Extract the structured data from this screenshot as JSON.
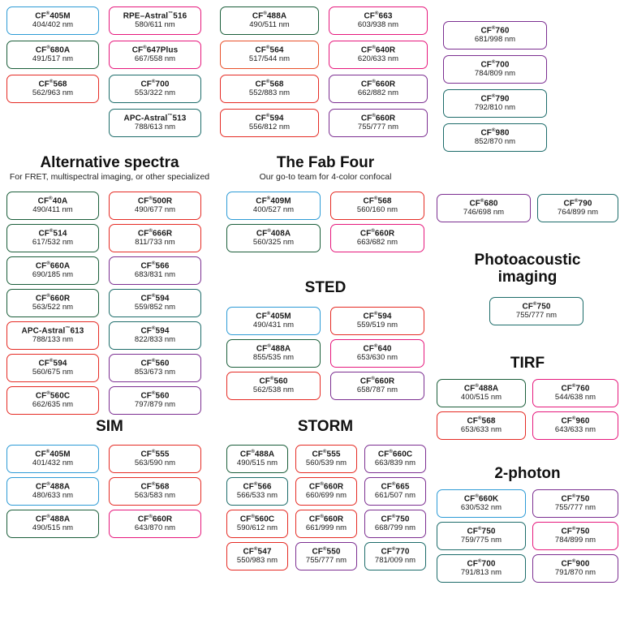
{
  "meta": {
    "registered_mark": "®",
    "trademark_mark": "™"
  },
  "colors": {
    "blue": "#2d9bd6",
    "green": "#1b5e3a",
    "red": "#e52b24",
    "pink": "#e6187c",
    "purple": "#7c2f91",
    "teal": "#1d6c6a",
    "orange": "#e8502a",
    "text": "#1a1a1a",
    "background": "#ffffff"
  },
  "sections": {
    "top_left": {
      "title": "",
      "items": [
        {
          "name": "CF®405M",
          "spec": "404/402 nm",
          "color": "blue"
        },
        {
          "name": "RPE–Astral™516",
          "spec": "580/611 nm",
          "color": "pink"
        },
        {
          "name": "CF®680A",
          "spec": "491/517 nm",
          "color": "green"
        },
        {
          "name": "CF®647Plus",
          "spec": "667/558 nm",
          "color": "pink"
        },
        {
          "name": "CF®568",
          "spec": "562/963 nm",
          "color": "red"
        },
        {
          "name": "CF®700",
          "spec": "553/322 nm",
          "color": "teal"
        },
        {
          "name": "",
          "spec": "",
          "color": "none"
        },
        {
          "name": "APC-Astral™513",
          "spec": "788/613 nm",
          "color": "teal"
        }
      ]
    },
    "top_middle": {
      "title": "",
      "items": [
        {
          "name": "CF®488A",
          "spec": "490/511 nm",
          "color": "green"
        },
        {
          "name": "CF®663",
          "spec": "603/938 nm",
          "color": "pink"
        },
        {
          "name": "CF®564",
          "spec": "517/544 nm",
          "color": "orange"
        },
        {
          "name": "CF®640R",
          "spec": "620/633 nm",
          "color": "pink"
        },
        {
          "name": "CF®568",
          "spec": "552/883 nm",
          "color": "red"
        },
        {
          "name": "CF®660R",
          "spec": "662/882 nm",
          "color": "purple"
        },
        {
          "name": "CF®594",
          "spec": "556/812 nm",
          "color": "red"
        },
        {
          "name": "CF®660R",
          "spec": "755/777 nm",
          "color": "purple"
        }
      ]
    },
    "top_right": {
      "title": "",
      "items": [
        {
          "name": "CF®760",
          "spec": "681/998 nm",
          "color": "purple"
        },
        {
          "name": "CF®700",
          "spec": "784/809 nm",
          "color": "purple"
        },
        {
          "name": "CF®790",
          "spec": "792/810 nm",
          "color": "teal"
        },
        {
          "name": "CF®980",
          "spec": "852/870 nm",
          "color": "teal"
        }
      ]
    },
    "alternative_spectra": {
      "title": "Alternative spectra",
      "subtitle": "For FRET, multispectral imaging, or other specialized",
      "items": [
        {
          "name": "CF®40A",
          "spec": "490/411 nm",
          "color": "green"
        },
        {
          "name": "CF®500R",
          "spec": "490/677 nm",
          "color": "red"
        },
        {
          "name": "CF®514",
          "spec": "617/532 nm",
          "color": "green"
        },
        {
          "name": "CF®666R",
          "spec": "811/733 nm",
          "color": "red"
        },
        {
          "name": "CF®660A",
          "spec": "690/185 nm",
          "color": "green"
        },
        {
          "name": "CF®566",
          "spec": "683/831 nm",
          "color": "purple"
        },
        {
          "name": "CF®660R",
          "spec": "563/522 nm",
          "color": "green"
        },
        {
          "name": "CF®594",
          "spec": "559/852 nm",
          "color": "teal"
        },
        {
          "name": "APC-Astral™613",
          "spec": "788/133 nm",
          "color": "red"
        },
        {
          "name": "CF®594",
          "spec": "822/833 nm",
          "color": "teal"
        },
        {
          "name": "CF®594",
          "spec": "560/675 nm",
          "color": "red"
        },
        {
          "name": "CF®560",
          "spec": "853/673 nm",
          "color": "purple"
        },
        {
          "name": "CF®560C",
          "spec": "662/635 nm",
          "color": "red"
        },
        {
          "name": "CF®560",
          "spec": "797/879 nm",
          "color": "purple"
        }
      ]
    },
    "fab_four": {
      "title": "The Fab Four",
      "subtitle": "Our go-to team for 4-color confocal",
      "items": [
        {
          "name": "CF®409M",
          "spec": "400/527 nm",
          "color": "blue"
        },
        {
          "name": "CF®568",
          "spec": "560/160 nm",
          "color": "red"
        },
        {
          "name": "CF®408A",
          "spec": "560/325 nm",
          "color": "green"
        },
        {
          "name": "CF®660R",
          "spec": "663/682 nm",
          "color": "pink"
        }
      ]
    },
    "sted": {
      "title": "STED",
      "items": [
        {
          "name": "CF®405M",
          "spec": "490/431 nm",
          "color": "blue"
        },
        {
          "name": "CF®594",
          "spec": "559/519 nm",
          "color": "red"
        },
        {
          "name": "CF®488A",
          "spec": "855/535 nm",
          "color": "green"
        },
        {
          "name": "CF®640",
          "spec": "653/630 nm",
          "color": "pink"
        },
        {
          "name": "CF®560",
          "spec": "562/538 nm",
          "color": "red"
        },
        {
          "name": "CF®660R",
          "spec": "658/787 nm",
          "color": "purple"
        }
      ]
    },
    "sim": {
      "title": "SIM",
      "items": [
        {
          "name": "CF®405M",
          "spec": "401/432 nm",
          "color": "blue"
        },
        {
          "name": "CF®555",
          "spec": "563/590 nm",
          "color": "red"
        },
        {
          "name": "CF®488A",
          "spec": "480/633 nm",
          "color": "blue"
        },
        {
          "name": "CF®568",
          "spec": "563/583 nm",
          "color": "red"
        },
        {
          "name": "CF®488A",
          "spec": "490/515 nm",
          "color": "green"
        },
        {
          "name": "CF®660R",
          "spec": "643/870 nm",
          "color": "pink"
        }
      ]
    },
    "storm": {
      "title": "STORM",
      "items": [
        {
          "name": "CF®488A",
          "spec": "490/515 nm",
          "color": "green"
        },
        {
          "name": "CF®555",
          "spec": "560/539 nm",
          "color": "red"
        },
        {
          "name": "CF®660C",
          "spec": "663/839 nm",
          "color": "purple"
        },
        {
          "name": "CF®566",
          "spec": "566/533 nm",
          "color": "teal"
        },
        {
          "name": "CF®660R",
          "spec": "660/699 nm",
          "color": "red"
        },
        {
          "name": "CF®665",
          "spec": "661/507 nm",
          "color": "purple"
        },
        {
          "name": "CF®560C",
          "spec": "590/612 nm",
          "color": "red"
        },
        {
          "name": "CF®660R",
          "spec": "661/999 nm",
          "color": "red"
        },
        {
          "name": "CF®750",
          "spec": "668/799 nm",
          "color": "purple"
        },
        {
          "name": "CF®547",
          "spec": "550/983 nm",
          "color": "red"
        },
        {
          "name": "CF®550",
          "spec": "755/777 nm",
          "color": "purple"
        },
        {
          "name": "CF®770",
          "spec": "781/009 nm",
          "color": "teal"
        }
      ]
    },
    "right_pair": {
      "title": "",
      "items": [
        {
          "name": "CF®680",
          "spec": "746/698 nm",
          "color": "purple"
        },
        {
          "name": "CF®790",
          "spec": "764/899 nm",
          "color": "teal"
        }
      ]
    },
    "photoacoustic": {
      "title": "Photoacoustic imaging",
      "title_line1": "Photoacoustic",
      "title_line2": "imaging",
      "items": [
        {
          "name": "CF®750",
          "spec": "755/777 nm",
          "color": "teal"
        }
      ]
    },
    "tirf": {
      "title": "TIRF",
      "items": [
        {
          "name": "CF®488A",
          "spec": "400/515 nm",
          "color": "green"
        },
        {
          "name": "CF®760",
          "spec": "544/638 nm",
          "color": "pink"
        },
        {
          "name": "CF®568",
          "spec": "653/633 nm",
          "color": "red"
        },
        {
          "name": "CF®960",
          "spec": "643/633 nm",
          "color": "pink"
        }
      ]
    },
    "two_photon": {
      "title": "2-photon",
      "items": [
        {
          "name": "CF®660K",
          "spec": "630/532 nm",
          "color": "blue"
        },
        {
          "name": "CF®750",
          "spec": "755/777 nm",
          "color": "purple"
        },
        {
          "name": "CF®750",
          "spec": "759/775 nm",
          "color": "teal"
        },
        {
          "name": "CF®750",
          "spec": "784/899 nm",
          "color": "pink"
        },
        {
          "name": "CF®700",
          "spec": "791/813 nm",
          "color": "teal"
        },
        {
          "name": "CF®900",
          "spec": "791/870 nm",
          "color": "purple"
        }
      ]
    }
  }
}
